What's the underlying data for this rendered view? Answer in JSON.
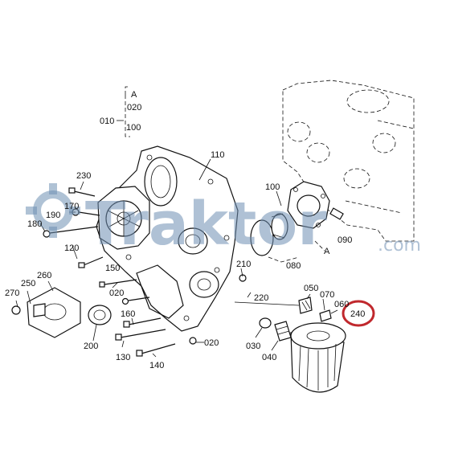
{
  "watermark": {
    "brand": "Traktor",
    "suffix": ".com"
  },
  "labels": {
    "p010": "010",
    "p020a": "020",
    "p100a": "100",
    "pA1": "A",
    "p110": "110",
    "p230": "230",
    "p190": "190",
    "p170": "170",
    "p180": "180",
    "p120": "120",
    "p100b": "100",
    "p080": "080",
    "p090": "090",
    "pA2": "A",
    "p210": "210",
    "p220": "220",
    "p150": "150",
    "p020b": "020",
    "p260": "260",
    "p250": "250",
    "p270": "270",
    "p050": "050",
    "p070": "070",
    "p060": "060",
    "p240": "240",
    "p160": "160",
    "p200": "200",
    "p130": "130",
    "p140": "140",
    "p020c": "020",
    "p030": "030",
    "p040": "040"
  },
  "colors": {
    "highlight": "#c0282d",
    "watermark": "#6e8fb3"
  }
}
